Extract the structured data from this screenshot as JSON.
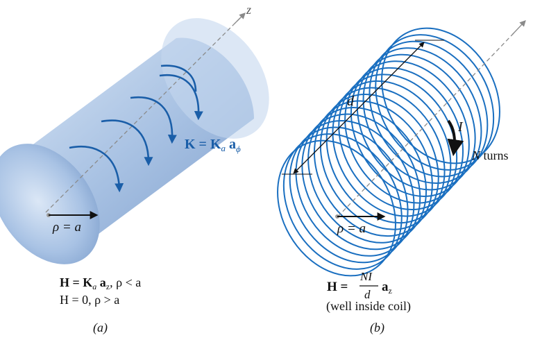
{
  "panel_a": {
    "axis_label": "z",
    "K_main": "K = K",
    "K_sub": "a",
    "K_vec": " a",
    "K_vecsub": "ϕ",
    "rho_label": "ρ = a",
    "eq1_H": "H = K",
    "eq1_sub": "a",
    "eq1_vec": " a",
    "eq1_vecsub": "z",
    "eq1_cond": ", ρ < a",
    "eq2": "H = 0, ρ > a",
    "caption": "(a)",
    "colors": {
      "cylinder": "#a9c4e6",
      "arrow": "#1a5ea8",
      "axis": "#888888"
    }
  },
  "panel_b": {
    "d_label": "d",
    "I_label": "I",
    "N_label": "N",
    "turns_label": " turns",
    "rho_label": "ρ = a",
    "eq_H": "H =",
    "eq_num": "NI",
    "eq_den": "d",
    "eq_vec": "a",
    "eq_vecsub": "z",
    "note": "(well inside coil)",
    "caption": "(b)",
    "colors": {
      "coil": "#1a6fc0",
      "axis": "#888888"
    }
  }
}
